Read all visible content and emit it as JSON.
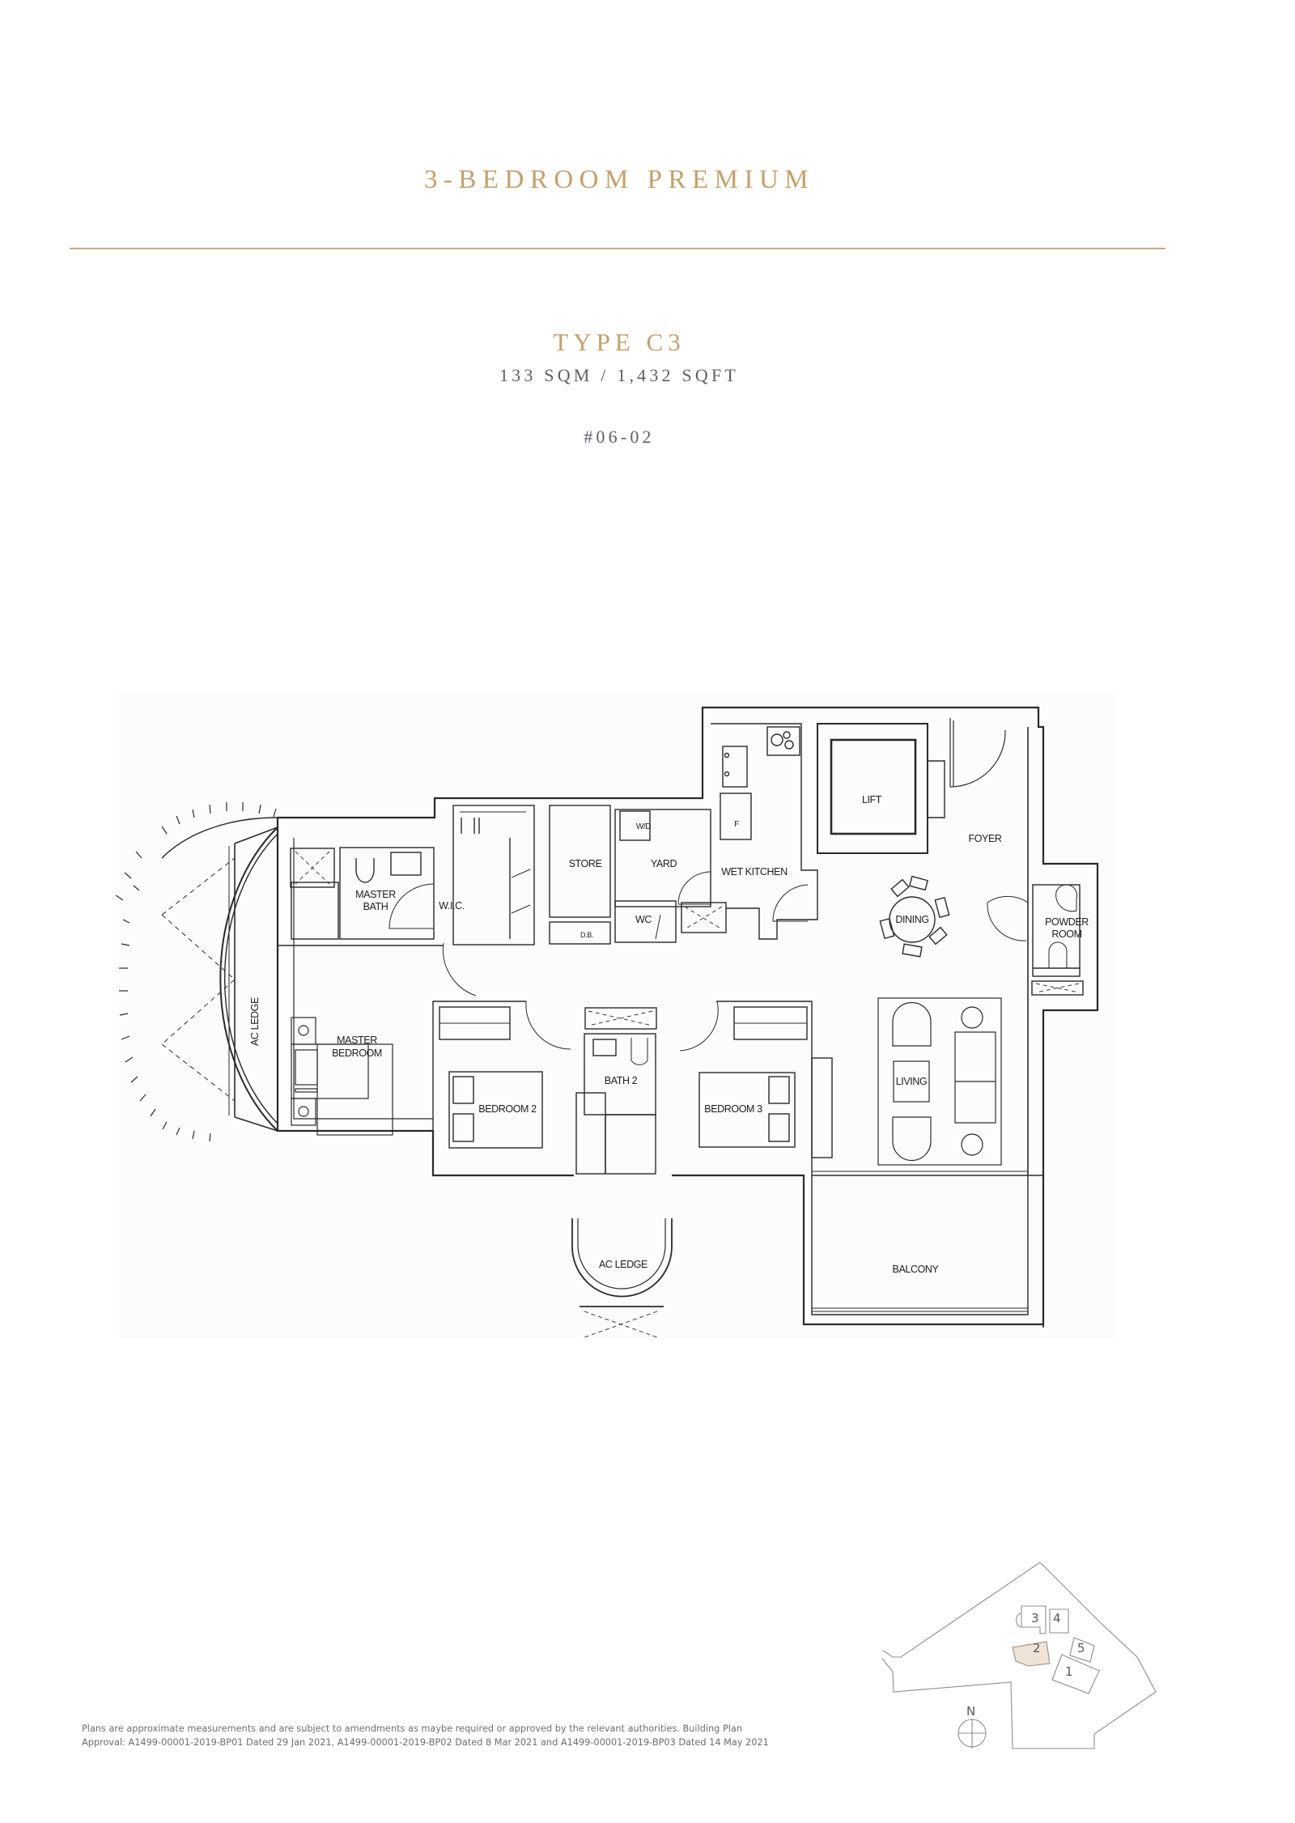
{
  "header": {
    "category": "3-BEDROOM PREMIUM",
    "type_title": "TYPE C3",
    "area": "133 SQM / 1,432 SQFT",
    "unit_number": "#06-02"
  },
  "colors": {
    "accent_gold": "#c4a06c",
    "text_grey": "#5a6068",
    "key_plan_highlight": "#efe3d6"
  },
  "floor_plan": {
    "rooms": [
      {
        "id": "ac-ledge-west",
        "label": "AC LEDGE"
      },
      {
        "id": "master-bath",
        "label_lines": [
          "MASTER",
          "BATH"
        ]
      },
      {
        "id": "wic",
        "label": "W.I.C."
      },
      {
        "id": "store",
        "label": "STORE"
      },
      {
        "id": "yard",
        "label": "YARD"
      },
      {
        "id": "wd",
        "label": "W/D"
      },
      {
        "id": "wc",
        "label": "WC"
      },
      {
        "id": "db",
        "label": "D.B."
      },
      {
        "id": "wet-kitchen",
        "label": "WET KITCHEN"
      },
      {
        "id": "fridge",
        "label": "F"
      },
      {
        "id": "lift",
        "label": "LIFT"
      },
      {
        "id": "foyer",
        "label": "FOYER"
      },
      {
        "id": "dining",
        "label": "DINING"
      },
      {
        "id": "powder-room",
        "label_lines": [
          "POWDER",
          "ROOM"
        ]
      },
      {
        "id": "master-bedroom",
        "label_lines": [
          "MASTER",
          "BEDROOM"
        ]
      },
      {
        "id": "bedroom-2",
        "label": "BEDROOM 2"
      },
      {
        "id": "bath-2",
        "label": "BATH 2"
      },
      {
        "id": "bedroom-3",
        "label": "BEDROOM 3"
      },
      {
        "id": "living",
        "label": "LIVING"
      },
      {
        "id": "ac-ledge-south",
        "label": "AC LEDGE"
      },
      {
        "id": "balcony",
        "label": "BALCONY"
      }
    ]
  },
  "key_plan": {
    "north_label": "N",
    "blocks": [
      {
        "number": "1",
        "highlighted": false
      },
      {
        "number": "2",
        "highlighted": true
      },
      {
        "number": "3",
        "highlighted": false
      },
      {
        "number": "4",
        "highlighted": false
      },
      {
        "number": "5",
        "highlighted": false
      }
    ]
  },
  "disclaimer": {
    "line1": "Plans are approximate measurements and are subject to amendments as maybe required or approved by the relevant authorities. Building Plan",
    "line2": "Approval: A1499-00001-2019-BP01 Dated 29 Jan 2021, A1499-00001-2019-BP02 Dated 8 Mar 2021 and A1499-00001-2019-BP03 Dated 14 May 2021"
  }
}
